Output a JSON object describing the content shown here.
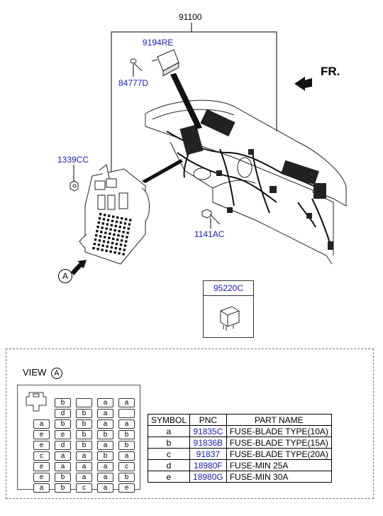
{
  "callouts": {
    "assembly": "91100",
    "module": "9194RE",
    "screw": "84777D",
    "nut": "1339CC",
    "bolt": "1141AC",
    "relay": "95220C"
  },
  "direction_label": "FR.",
  "view_marker": "A",
  "view": {
    "title": "VIEW",
    "letter": "A"
  },
  "fuse_grid": [
    [
      "b",
      "",
      "a",
      "a"
    ],
    [
      "d",
      "b",
      "a",
      ""
    ],
    [
      "a",
      "b",
      "b",
      "a",
      "a"
    ],
    [
      "e",
      "e",
      "b",
      "b",
      "b"
    ],
    [
      "e",
      "d",
      "b",
      "a",
      "b"
    ],
    [
      "c",
      "a",
      "a",
      "b",
      "a"
    ],
    [
      "e",
      "a",
      "a",
      "a",
      "c"
    ],
    [
      "e",
      "b",
      "a",
      "a",
      "b"
    ],
    [
      "a",
      "b",
      "c",
      "a",
      "e"
    ]
  ],
  "parts_table": {
    "headers": [
      "SYMBOL",
      "PNC",
      "PART NAME"
    ],
    "rows": [
      [
        "a",
        "91835C",
        "FUSE-BLADE TYPE(10A)"
      ],
      [
        "b",
        "91836B",
        "FUSE-BLADE TYPE(15A)"
      ],
      [
        "c",
        "91837",
        "FUSE-BLADE TYPE(20A)"
      ],
      [
        "d",
        "18980F",
        "FUSE-MIN 25A"
      ],
      [
        "e",
        "18980G",
        "FUSE-MIN 30A"
      ]
    ]
  }
}
